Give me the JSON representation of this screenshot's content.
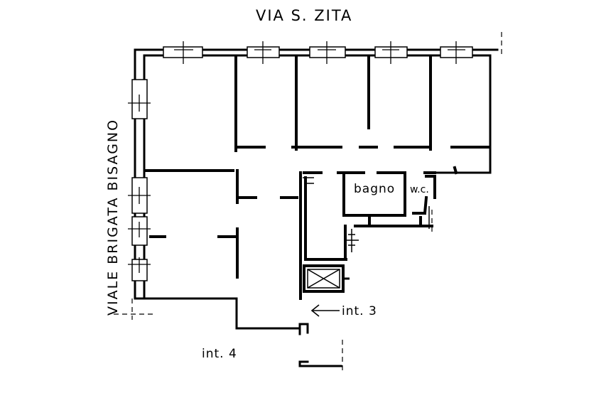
{
  "plan": {
    "street_top": "VIA  S. ZITA",
    "street_left": "VIALE  BRIGATA  BISAGNO",
    "rooms": {
      "bathroom": "bagno",
      "wc": "w.c."
    },
    "units": {
      "int3": "int. 3",
      "int4": "int. 4"
    }
  },
  "colors": {
    "ink": "#000000",
    "paper": "#ffffff"
  },
  "icons": {
    "entrance_arrow": "arrow-left-icon",
    "elevator": "elevator-shaft-icon"
  }
}
